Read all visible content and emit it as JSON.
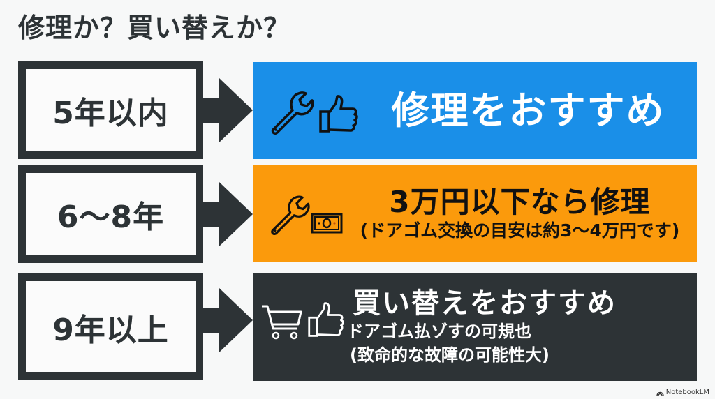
{
  "title": "修理か？買い替えか？",
  "colors": {
    "blue": "#1a8fe8",
    "orange": "#fb9a0c",
    "dark": "#2d3336",
    "background": "#f7f8f8"
  },
  "rows": [
    {
      "age_label": "5年以内",
      "result_color": "blue",
      "icons": [
        "wrench-icon",
        "thumbs-up-icon"
      ],
      "headline": "修理をおすすめ"
    },
    {
      "age_label": "6〜8年",
      "result_color": "orange",
      "icons": [
        "wrench-icon",
        "money-bill-icon"
      ],
      "headline": "3万円以下なら修理",
      "subline": "(ドアゴム交換の目安は約3〜4万円です)"
    },
    {
      "age_label": "9年以上",
      "result_color": "dark",
      "icons": [
        "shopping-cart-icon",
        "thumbs-up-icon"
      ],
      "headline": "買い替えをおすすめ",
      "subline": "ドアゴム払ゾすの可規也",
      "subline2": "(致命的な故障の可能性大)"
    }
  ],
  "footer": {
    "brand": "NotebookLM"
  }
}
